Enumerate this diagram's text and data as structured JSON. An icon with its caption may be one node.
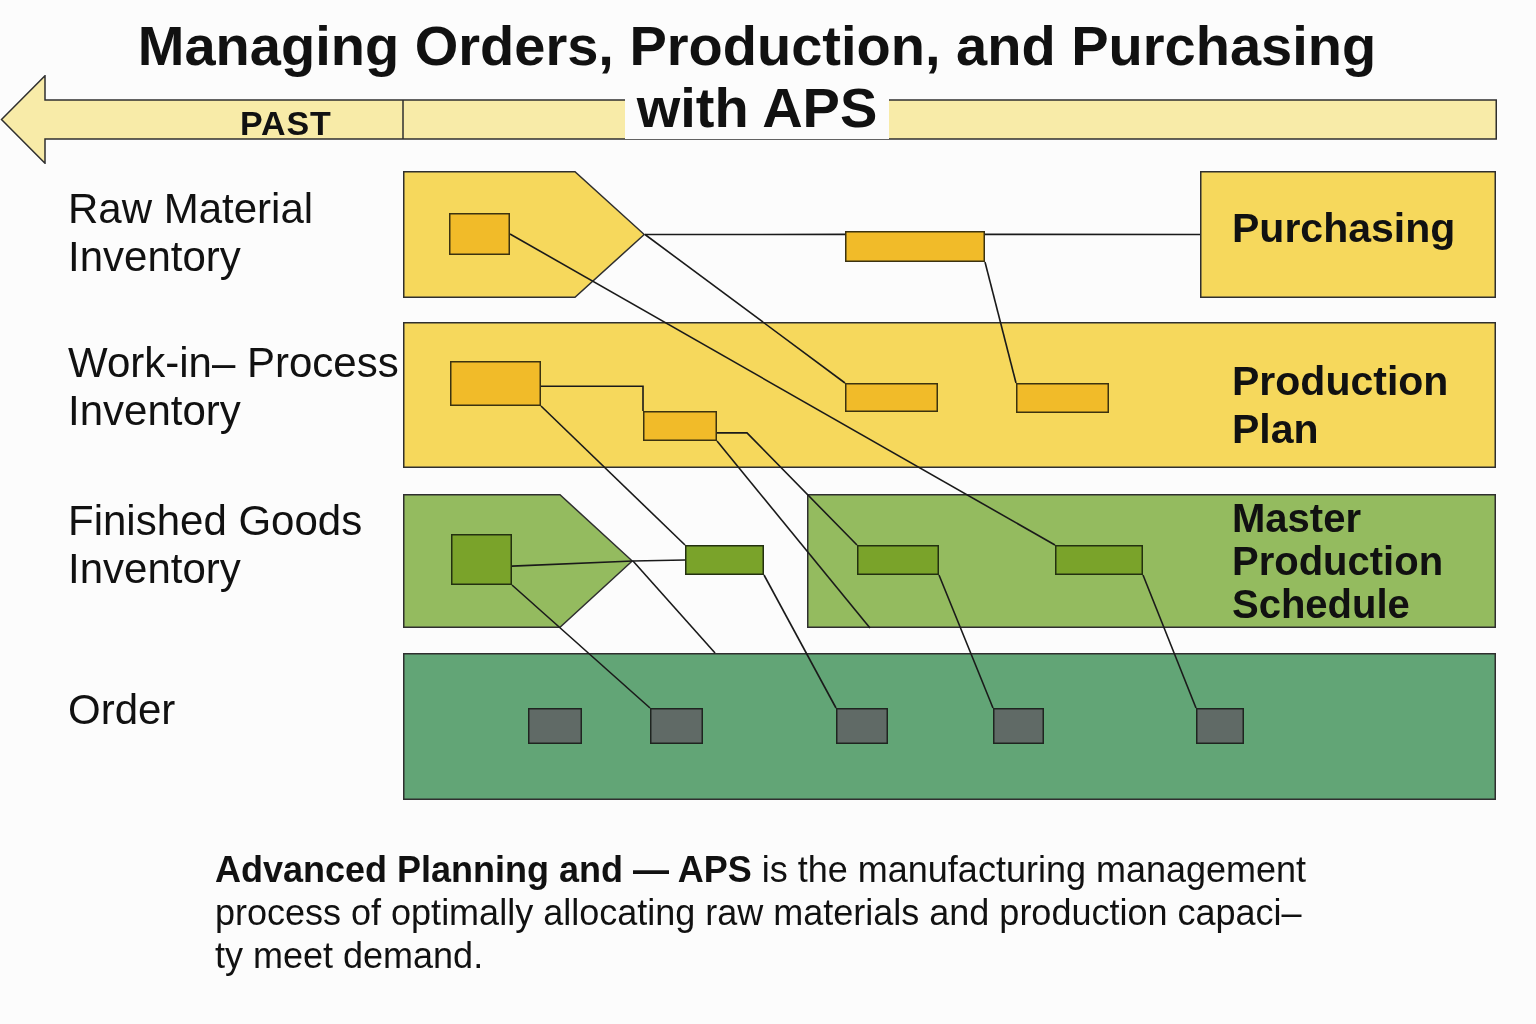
{
  "diagram": {
    "title": "Managing Orders, Production, and Purchasing with APS",
    "caption": "**Advanced Planning and — APS** is the manufacturing management process of optimally allocating raw materials and production capaci– ty meet demand.",
    "nodes": [
      {
        "text": [
          "PAST"
        ]
      },
      {
        "text": [],
        "shape": "pentagon"
      },
      {
        "text": [],
        "shape": "box",
        "in": 1
      },
      {
        "text": [],
        "shape": "bar"
      },
      {
        "text": [
          "Purchasing"
        ]
      },
      {
        "text": [
          "Production Plan"
        ]
      },
      {
        "text": [],
        "shape": "box",
        "in": 5
      },
      {
        "text": [],
        "shape": "box",
        "in": 5
      },
      {
        "text": [],
        "shape": "box",
        "in": 5
      },
      {
        "text": [],
        "shape": "box",
        "in": 5
      },
      {
        "text": [],
        "shape": "pentagon"
      },
      {
        "text": [],
        "shape": "box",
        "in": 10
      },
      {
        "text": [],
        "shape": "box"
      },
      {
        "text": [
          "Master Production Schedule"
        ]
      },
      {
        "text": [],
        "shape": "box",
        "in": 13
      },
      {
        "text": [],
        "shape": "box",
        "in": 13
      },
      {
        "text": [],
        "shape": "box"
      },
      {
        "text": [],
        "shape": "box",
        "in": 16
      },
      {
        "text": [],
        "shape": "box",
        "in": 16
      },
      {
        "text": [],
        "shape": "box",
        "in": 16
      },
      {
        "text": [],
        "shape": "box",
        "in": 16
      },
      {
        "text": [],
        "shape": "box",
        "in": 16
      }
    ],
    "edges": [
      {
        "from": 1,
        "to": 3,
        "arrow": "none"
      },
      {
        "from": 3,
        "to": 4,
        "arrow": "none"
      },
      {
        "from": 1,
        "to": 8,
        "arrow": "none"
      },
      {
        "from": 2,
        "to": 15,
        "arrow": "none"
      },
      {
        "from": 3,
        "to": 9,
        "arrow": "none"
      },
      {
        "from": 6,
        "to": 7,
        "arrow": "none"
      },
      {
        "from": 6,
        "to": 12,
        "arrow": "none"
      },
      {
        "from": 7,
        "to": 14,
        "arrow": "none"
      },
      {
        "from": 7,
        "to": 13,
        "arrow": "none"
      },
      {
        "from": 11,
        "to": 10,
        "arrow": "none"
      },
      {
        "from": 10,
        "to": 12,
        "arrow": "none"
      },
      {
        "from": 10,
        "to": 16,
        "arrow": "none"
      },
      {
        "from": 11,
        "to": 18,
        "arrow": "none"
      },
      {
        "from": 12,
        "to": 19,
        "arrow": "none"
      },
      {
        "from": 14,
        "to": 20,
        "arrow": "none"
      },
      {
        "from": 15,
        "to": 21,
        "arrow": "none"
      }
    ],
    "labels": [
      "Raw Material Inventory",
      "Work-in– Process Inventory",
      "Finished Goods Inventory",
      "Order"
    ]
  }
}
